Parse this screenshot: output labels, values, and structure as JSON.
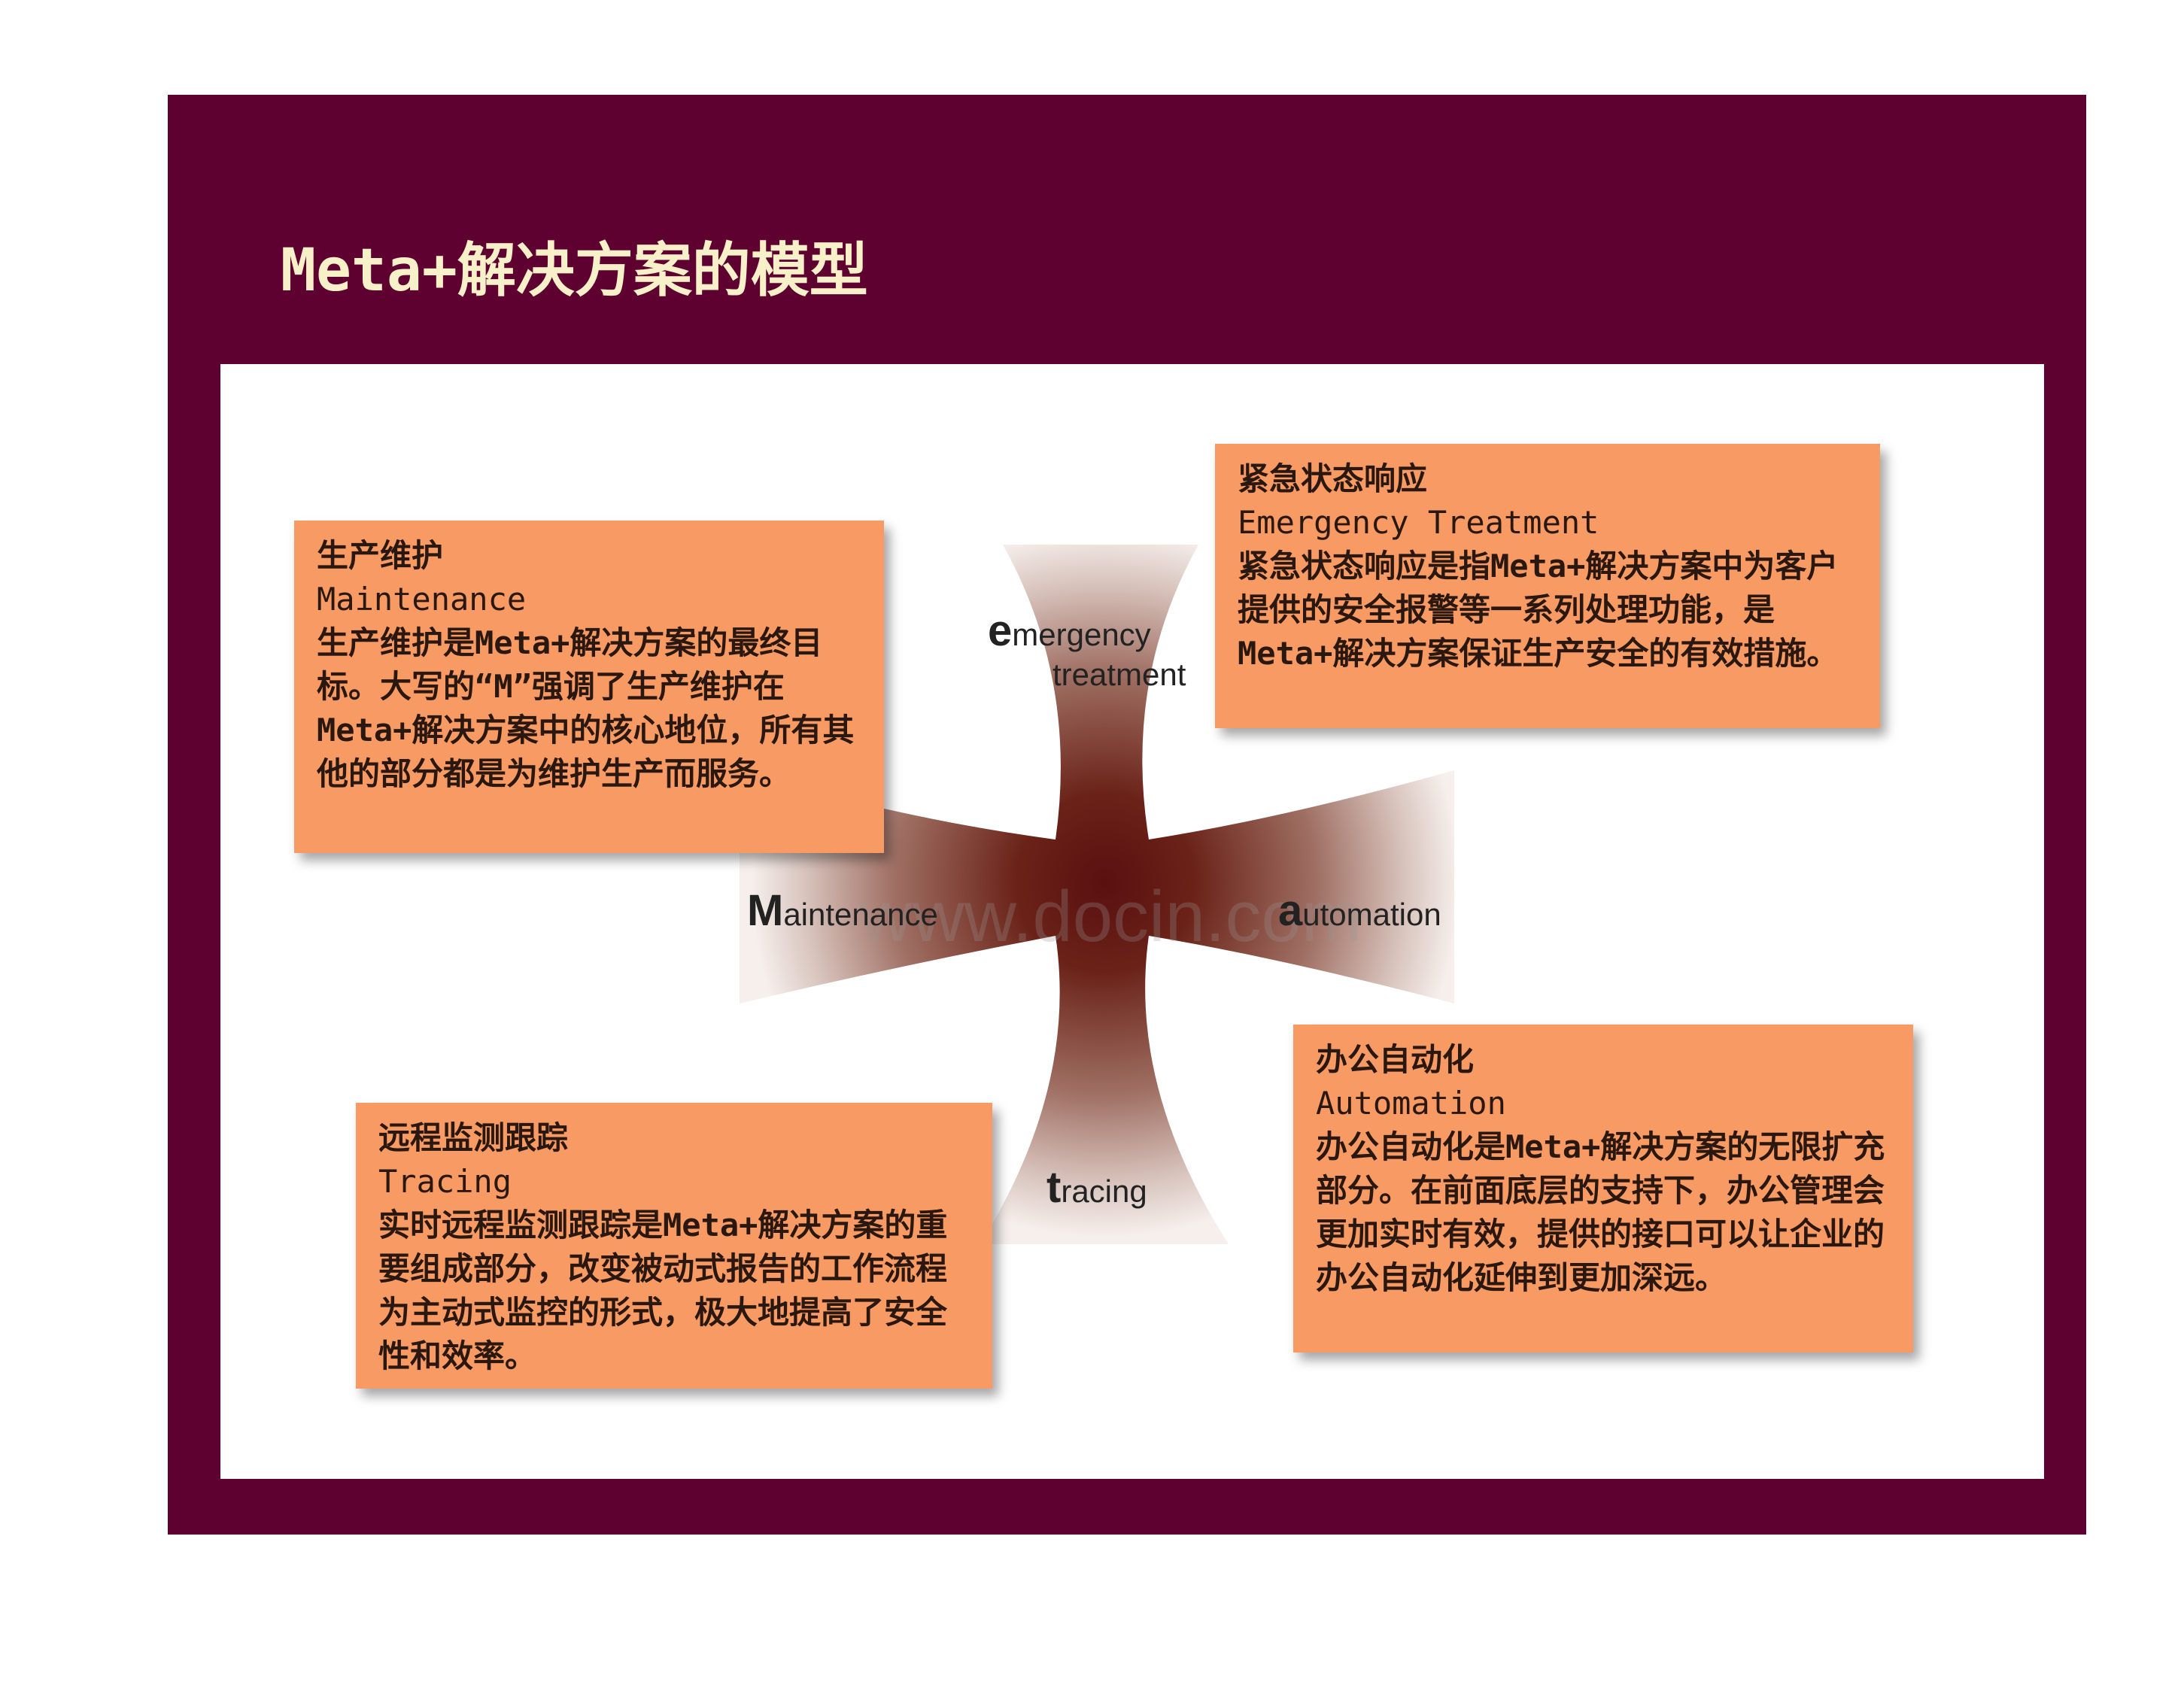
{
  "title": "Meta+解决方案的模型",
  "colors": {
    "frame": "#5e0030",
    "title_text": "#f7f0c8",
    "box_fill": "#f89a63",
    "cross_center": "#5a1010"
  },
  "watermark": "www.docin.com",
  "model": {
    "labels": {
      "emergency_line1": "emergency",
      "emergency_line2": "treatment",
      "maintenance": "Maintenance",
      "automation": "automation",
      "tracing": "tracing"
    },
    "boxes": {
      "maintenance": {
        "title": "生产维护",
        "subtitle": "Maintenance",
        "description": "生产维护是Meta+解决方案的最终目标。大写的“M”强调了生产维护在Meta+解决方案中的核心地位，所有其他的部分都是为维护生产而服务。"
      },
      "emergency": {
        "title": "紧急状态响应",
        "subtitle": "Emergency Treatment",
        "description": "紧急状态响应是指Meta+解决方案中为客户提供的安全报警等一系列处理功能，是Meta+解决方案保证生产安全的有效措施。"
      },
      "tracing": {
        "title": "远程监测跟踪",
        "subtitle": "Tracing",
        "description": "实时远程监测跟踪是Meta+解决方案的重要组成部分，改变被动式报告的工作流程为主动式监控的形式，极大地提高了安全性和效率。"
      },
      "automation": {
        "title": "办公自动化",
        "subtitle": "Automation",
        "description": "办公自动化是Meta+解决方案的无限扩充部分。在前面底层的支持下，办公管理会更加实时有效，提供的接口可以让企业的办公自动化延伸到更加深远。"
      }
    }
  }
}
